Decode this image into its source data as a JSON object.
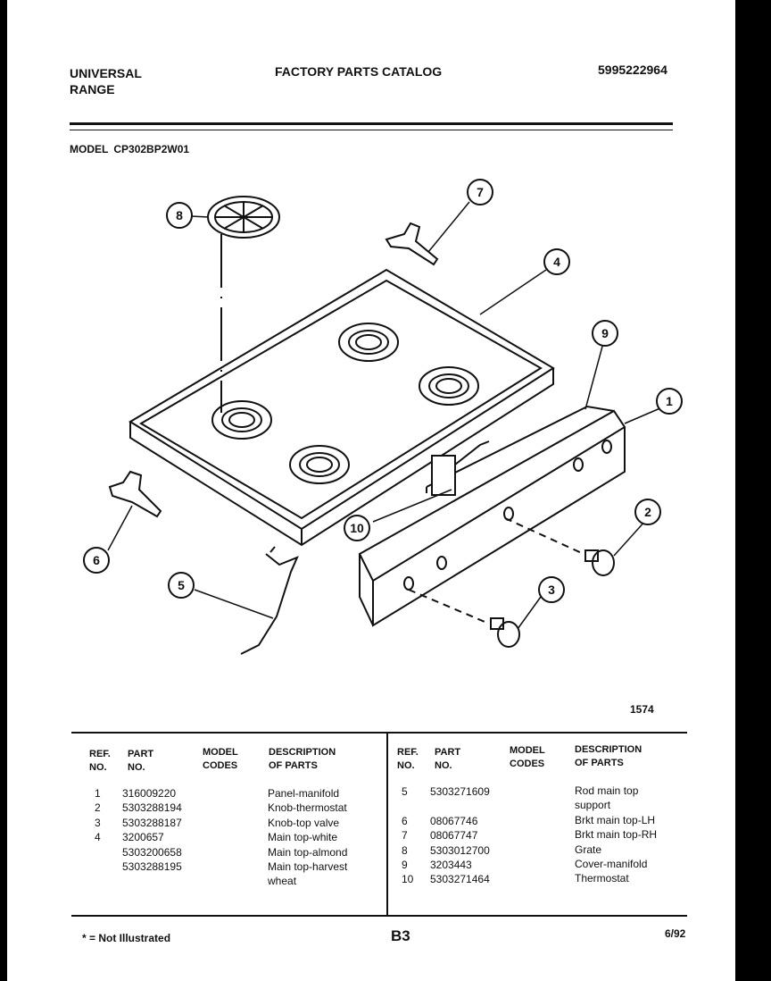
{
  "header": {
    "brand_line1": "UNIVERSAL",
    "brand_line2": "RANGE",
    "catalog_title": "FACTORY PARTS CATALOG",
    "catalog_number": "5995222964"
  },
  "model": {
    "label": "MODEL",
    "number": "CP302BP2W01"
  },
  "diagram": {
    "callouts": [
      "1",
      "2",
      "3",
      "4",
      "5",
      "6",
      "7",
      "8",
      "9",
      "10"
    ],
    "figure_number": "1574"
  },
  "table": {
    "headers": {
      "ref": [
        "REF.",
        "NO."
      ],
      "part": [
        "PART",
        "NO."
      ],
      "codes": [
        "MODEL",
        "CODES"
      ],
      "desc": [
        "DESCRIPTION",
        "OF PARTS"
      ]
    },
    "left": [
      {
        "ref": "1",
        "part": "316009220",
        "desc": "Panel-manifold"
      },
      {
        "ref": "2",
        "part": "5303288194",
        "desc": "Knob-thermostat"
      },
      {
        "ref": "3",
        "part": "5303288187",
        "desc": "Knob-top valve"
      },
      {
        "ref": "4",
        "part": "3200657",
        "desc": "Main top-white"
      },
      {
        "ref": "",
        "part": "5303200658",
        "desc": "Main top-almond"
      },
      {
        "ref": "",
        "part": "5303288195",
        "desc": "Main top-harvest"
      },
      {
        "ref": "",
        "part": "",
        "desc": "wheat"
      }
    ],
    "right": [
      {
        "ref": "5",
        "part": "5303271609",
        "desc": "Rod main top"
      },
      {
        "ref": "",
        "part": "",
        "desc": "support"
      },
      {
        "ref": "6",
        "part": "08067746",
        "desc": "Brkt main top-LH"
      },
      {
        "ref": "7",
        "part": "08067747",
        "desc": "Brkt main top-RH"
      },
      {
        "ref": "8",
        "part": "5303012700",
        "desc": "Grate"
      },
      {
        "ref": "9",
        "part": "3203443",
        "desc": "Cover-manifold"
      },
      {
        "ref": "10",
        "part": "5303271464",
        "desc": "Thermostat"
      }
    ]
  },
  "footer": {
    "note": "* = Not Illustrated",
    "page_code": "B3",
    "date": "6/92"
  }
}
